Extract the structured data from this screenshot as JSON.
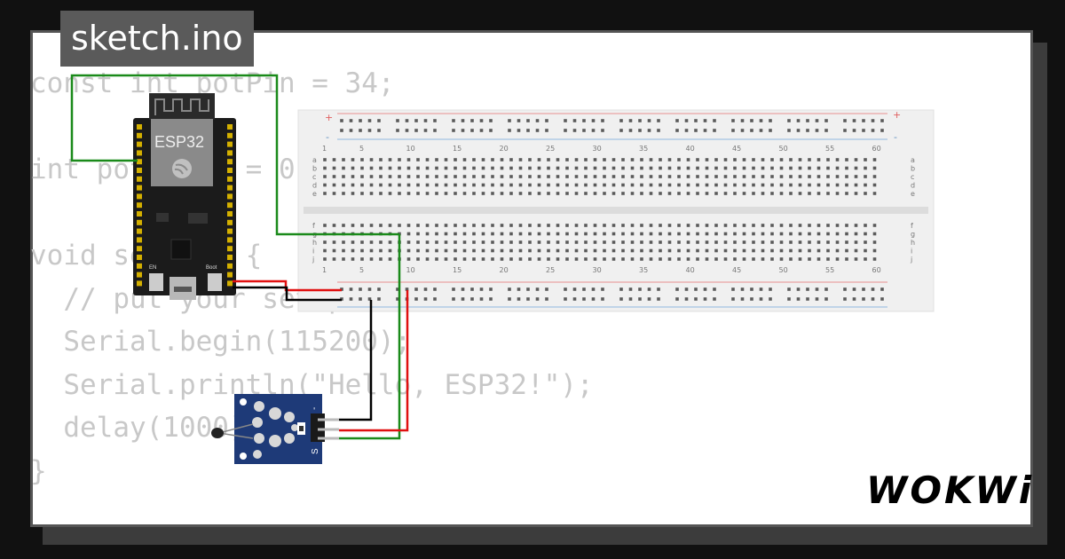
{
  "title": "sketch.ino",
  "code_lines": [
    "const int potPin = 34;",
    "",
    "int potValue = 0;",
    "",
    "void setup() {",
    "  // put your setup code here, to run once:",
    "  Serial.begin(115200);",
    "  Serial.println(\"Hello, ESP32!\");",
    "  delay(1000);",
    "}"
  ],
  "esp32_label": "ESP32",
  "esp32_button_labels": [
    "EN",
    "Boot"
  ],
  "sensor_pin_labels": [
    "-",
    "S"
  ],
  "breadboard": {
    "column_numbers": [
      "1",
      "5",
      "10",
      "15",
      "20",
      "25",
      "30",
      "35",
      "40",
      "45",
      "50",
      "55",
      "60"
    ],
    "row_letters_top": [
      "a",
      "b",
      "c",
      "d",
      "e"
    ],
    "row_letters_bottom": [
      "f",
      "g",
      "h",
      "i",
      "j"
    ],
    "rail_plus": "+",
    "rail_minus": "-"
  },
  "logo": "WOKWi",
  "colors": {
    "background": "#111111",
    "card": "#ffffff",
    "code_text": "#c8c8c8",
    "esp32_board": "#1b1b1b",
    "sensor_board": "#1e3a78",
    "wire_green": "#1a8a1a",
    "wire_red": "#e01010",
    "wire_black": "#000000",
    "breadboard": "#f0f0f0"
  }
}
